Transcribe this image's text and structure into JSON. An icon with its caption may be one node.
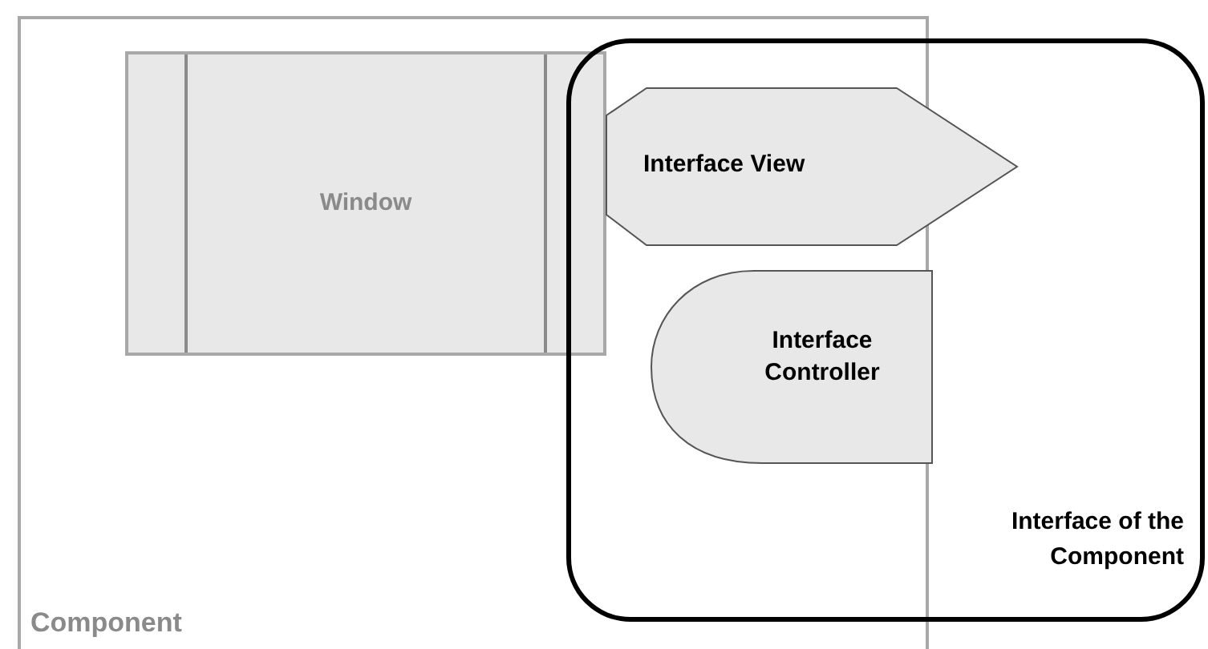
{
  "diagram": {
    "nodes": [
      {
        "text": [
          "Component"
        ]
      },
      {
        "text": [
          "Window"
        ],
        "in": 0
      },
      {
        "text": [
          "Interface of the Component"
        ]
      },
      {
        "text": [
          "Interface View"
        ],
        "in": 2
      },
      {
        "text": [
          "Interface Controller"
        ]
      }
    ]
  }
}
